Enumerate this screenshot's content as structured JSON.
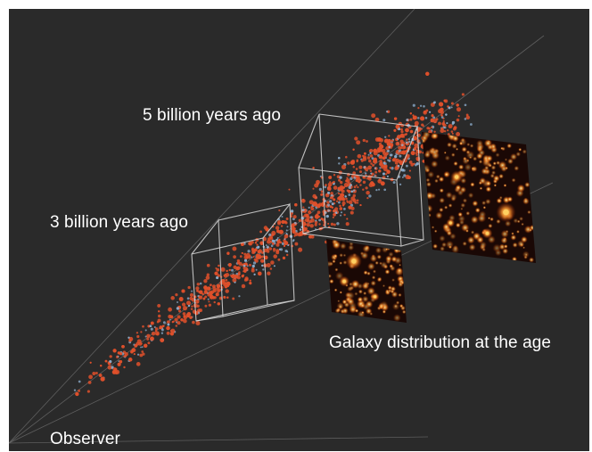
{
  "labels": {
    "epoch_far": "5 billion years ago",
    "epoch_near": "3 billion years ago",
    "map_caption": "Galaxy distribution at the age",
    "observer": "Observer"
  },
  "colors": {
    "background": "#2a2a2a",
    "galaxy_orange": "#e0502a",
    "galaxy_blue": "#8fb0d0",
    "box_outline": "#d8d8d8",
    "map_dark": "#1a0805",
    "map_hot": "#ffd060"
  }
}
